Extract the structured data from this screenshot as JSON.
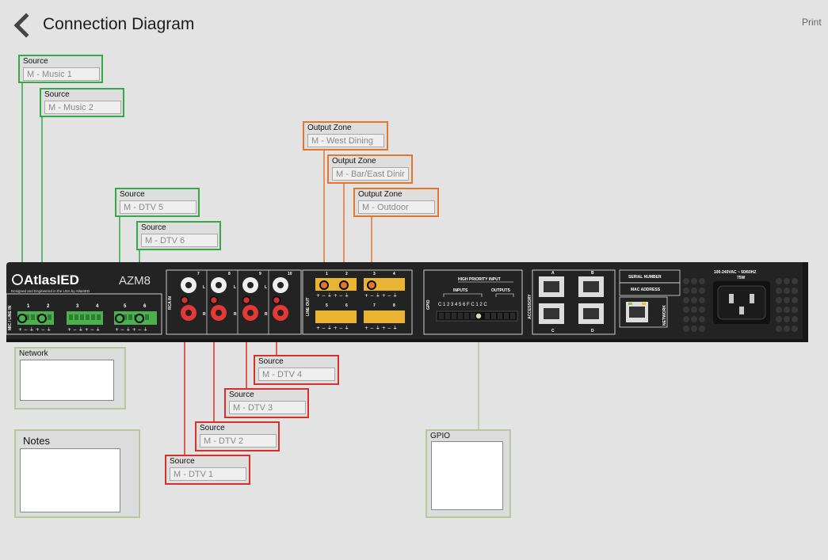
{
  "header": {
    "title": "Connection Diagram",
    "print_label": "Print",
    "back_icon": "chevron-left-icon"
  },
  "sources": [
    {
      "label": "Source",
      "value": "M - Music 1"
    },
    {
      "label": "Source",
      "value": "M - Music 2"
    },
    {
      "label": "Source",
      "value": "M - DTV 5"
    },
    {
      "label": "Source",
      "value": "M - DTV 6"
    },
    {
      "label": "Source",
      "value": "M - DTV 4"
    },
    {
      "label": "Source",
      "value": "M - DTV 3"
    },
    {
      "label": "Source",
      "value": "M - DTV 2"
    },
    {
      "label": "Source",
      "value": "M - DTV 1"
    }
  ],
  "outputs": [
    {
      "label": "Output Zone",
      "value": "M - West Dining"
    },
    {
      "label": "Output Zone",
      "value": "M - Bar/East Dining"
    },
    {
      "label": "Output Zone",
      "value": "M - Outdoor"
    }
  ],
  "panels": {
    "network": "Network",
    "notes": "Notes",
    "gpio": "GPIO"
  },
  "device": {
    "brand": "AtlasIED",
    "tagline": "Designed and Engineered in the USA by AtlasIED",
    "model": "AZM8",
    "mic_line_in": "MIC / LINE IN",
    "rca_in": "RCA IN",
    "line_out": "LINE OUT",
    "gpio": "GPIO",
    "high_priority_input": "HIGH PRIORITY INPUT",
    "inputs": "INPUTS",
    "outputs_label": "OUTPUTS",
    "gpio_pins": "C 1 2 3 4 5 6 F C 1 2 C",
    "accessory": "ACCESSORY",
    "serial_number": "SERIAL NUMBER",
    "mac_address": "MAC ADDRESS",
    "network": "NETWORK",
    "power": "100-240VAC ~ 50/60HZ",
    "watts": "75W",
    "channels": [
      "1",
      "2",
      "3",
      "4",
      "5",
      "6",
      "7",
      "8",
      "9",
      "10"
    ],
    "ports": [
      "A",
      "B",
      "C",
      "D"
    ],
    "rca_lr": [
      "L",
      "R"
    ],
    "pin_signs": "+ − ⏚ + − ⏚"
  },
  "colors": {
    "source": "#35a84a",
    "output": "#e2762f",
    "rca_source": "#d1322b",
    "panel": "#b9c89b",
    "device": "#232323",
    "background": "#e3e3e3"
  }
}
